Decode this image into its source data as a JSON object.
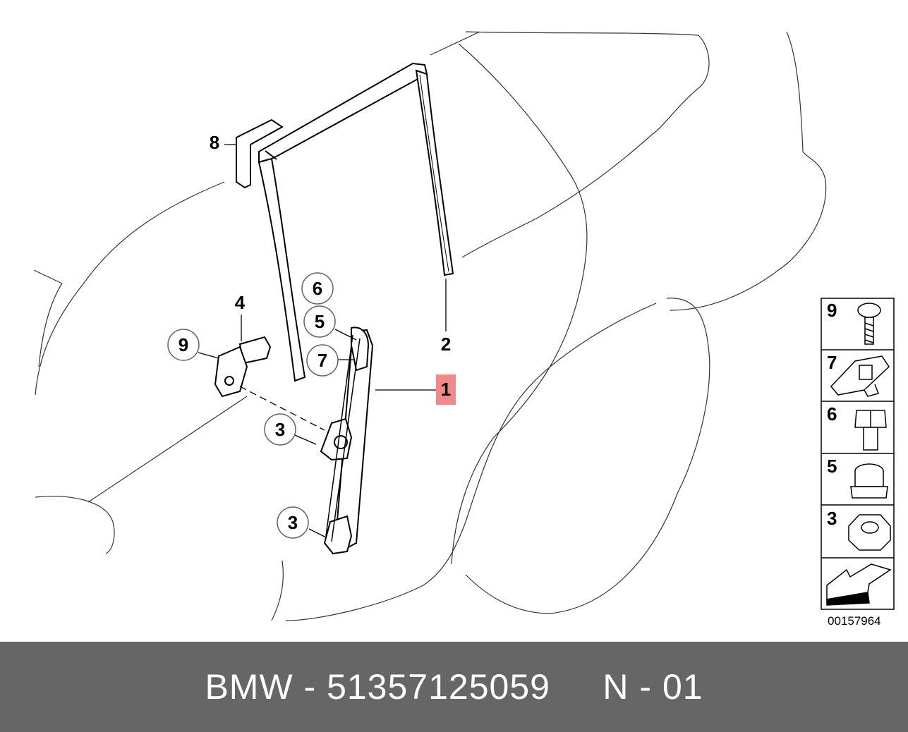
{
  "diagram": {
    "callouts": [
      {
        "key": "c1",
        "label": "1"
      },
      {
        "key": "c2",
        "label": "2"
      },
      {
        "key": "c3a",
        "label": "3"
      },
      {
        "key": "c3b",
        "label": "3"
      },
      {
        "key": "c4",
        "label": "4"
      },
      {
        "key": "c5",
        "label": "5"
      },
      {
        "key": "c6",
        "label": "6"
      },
      {
        "key": "c7",
        "label": "7"
      },
      {
        "key": "c8",
        "label": "8"
      },
      {
        "key": "c9",
        "label": "9"
      }
    ],
    "highlight_color": "#f08a8a",
    "legend": [
      {
        "label": "9",
        "part": "bolt-icon"
      },
      {
        "label": "7",
        "part": "clip-nut-icon"
      },
      {
        "label": "6",
        "part": "hex-bolt-icon"
      },
      {
        "label": "5",
        "part": "collar-nut-icon"
      },
      {
        "label": "3",
        "part": "hex-nut-icon"
      },
      {
        "label": "",
        "part": "arrow-icon"
      }
    ],
    "document_number": "00157964"
  },
  "footer": {
    "text": "BMW - 51357125059     N - 01",
    "background": "#666666"
  }
}
